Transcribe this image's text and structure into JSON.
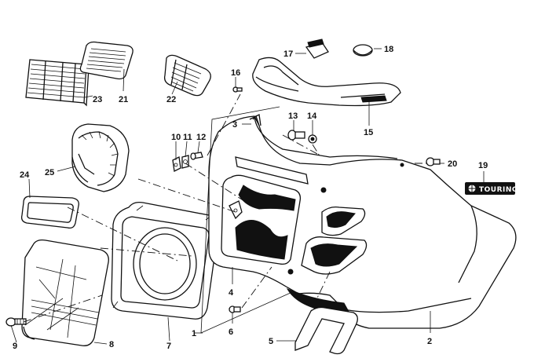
{
  "callouts": {
    "p1": "1",
    "p2": "2",
    "p3": "3",
    "p4": "4",
    "p5": "5",
    "p6": "6",
    "p7": "7",
    "p8": "8",
    "p9": "9",
    "p10": "10",
    "p11": "11",
    "p12": "12",
    "p13": "13",
    "p14": "14",
    "p15": "15",
    "p16": "16",
    "p17": "17",
    "p18": "18",
    "p19": "19",
    "p20": "20",
    "p21": "21",
    "p22": "22",
    "p23": "23",
    "p24": "24",
    "p25": "25"
  },
  "badge": {
    "text": "TOURING"
  }
}
